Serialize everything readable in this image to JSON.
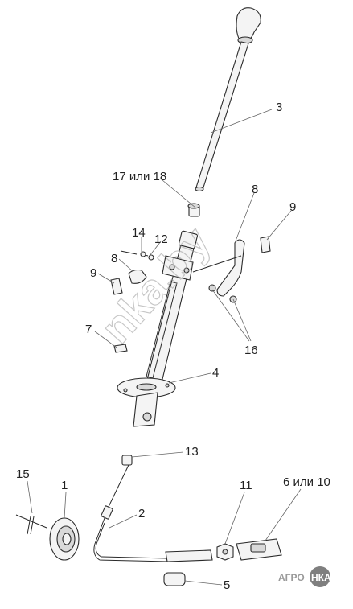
{
  "watermark": "nka.by",
  "logo": {
    "text_left": "АГРО",
    "text_right": "НКА"
  },
  "callouts": {
    "c1": "1",
    "c2": "2",
    "c3": "3",
    "c4": "4",
    "c5": "5",
    "c6": "6 или 10",
    "c7": "7",
    "c8a": "8",
    "c8b": "8",
    "c9a": "9",
    "c9b": "9",
    "c11": "11",
    "c12": "12",
    "c13": "13",
    "c14": "14",
    "c15": "15",
    "c16": "16",
    "c17": "17 или 18"
  },
  "colors": {
    "line": "#2a2a2a",
    "leader": "#666666",
    "watermark": "#9a9a9a",
    "logo_bg": "#7f7f7f"
  }
}
